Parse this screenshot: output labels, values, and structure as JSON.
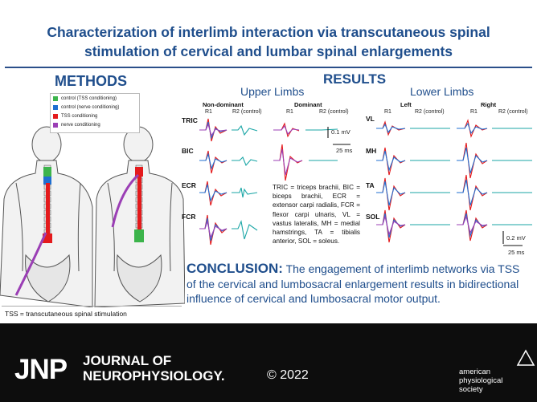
{
  "title": {
    "line1": "Characterization of interlimb interaction via transcutaneous spinal",
    "line2": "stimulation of cervical and lumbar spinal enlargements"
  },
  "methods": {
    "heading": "METHODS",
    "legend": [
      {
        "label": "control (TSS conditioning)",
        "color": "#3cb44b"
      },
      {
        "label": "control (nerve conditioning)",
        "color": "#1f6fd1"
      },
      {
        "label": "TSS conditioning",
        "color": "#e41a1c"
      },
      {
        "label": "nerve conditioning",
        "color": "#9b3fb5"
      }
    ],
    "note": "TSS = transcutaneous spinal stimulation"
  },
  "results": {
    "heading": "RESULTS",
    "upper": {
      "heading": "Upper Limbs",
      "col1": "Non-dominant",
      "col2": "Dominant",
      "r1": "R1",
      "r2": "R2 (control)",
      "muscles": [
        "TRIC",
        "BIC",
        "ECR",
        "FCR"
      ],
      "scale_v": "0.1 mV",
      "scale_t": "25 ms"
    },
    "lower": {
      "heading": "Lower Limbs",
      "col1": "Left",
      "col2": "Right",
      "r1": "R1",
      "r2": "R2 (control)",
      "muscles": [
        "VL",
        "MH",
        "TA",
        "SOL"
      ],
      "scale_v": "0.2 mV",
      "scale_t": "25 ms"
    },
    "abbreviations": "TRIC = triceps brachii, BIC = biceps brachii, ECR = extensor carpi radialis, FCR = flexor carpi ulnaris, VL = vastus lateralis, MH = medial hamstrings, TA = tibialis anterior, SOL = soleus."
  },
  "conclusion": {
    "head": "CONCLUSION:",
    "text": "The engagement of interlimb networks via TSS of the cervical and lumbosacral enlargement results in bidirectional influence of cervical and lumbosacral motor output."
  },
  "footer": {
    "jnp": "JNP",
    "journal_line1": "JOURNAL OF",
    "journal_line2": "NEUROPHYSIOLOGY.",
    "copyright": "© 2022",
    "society_line1": "american",
    "society_line2": "physiological",
    "society_line3": "society"
  },
  "colors": {
    "title_blue": "#1f4e8c",
    "footer_bg": "#0d0d0d",
    "trace_red": "#e41a1c",
    "trace_blue": "#1f6fd1",
    "trace_purple": "#9b3fb5",
    "trace_teal": "#1aa6a6"
  }
}
